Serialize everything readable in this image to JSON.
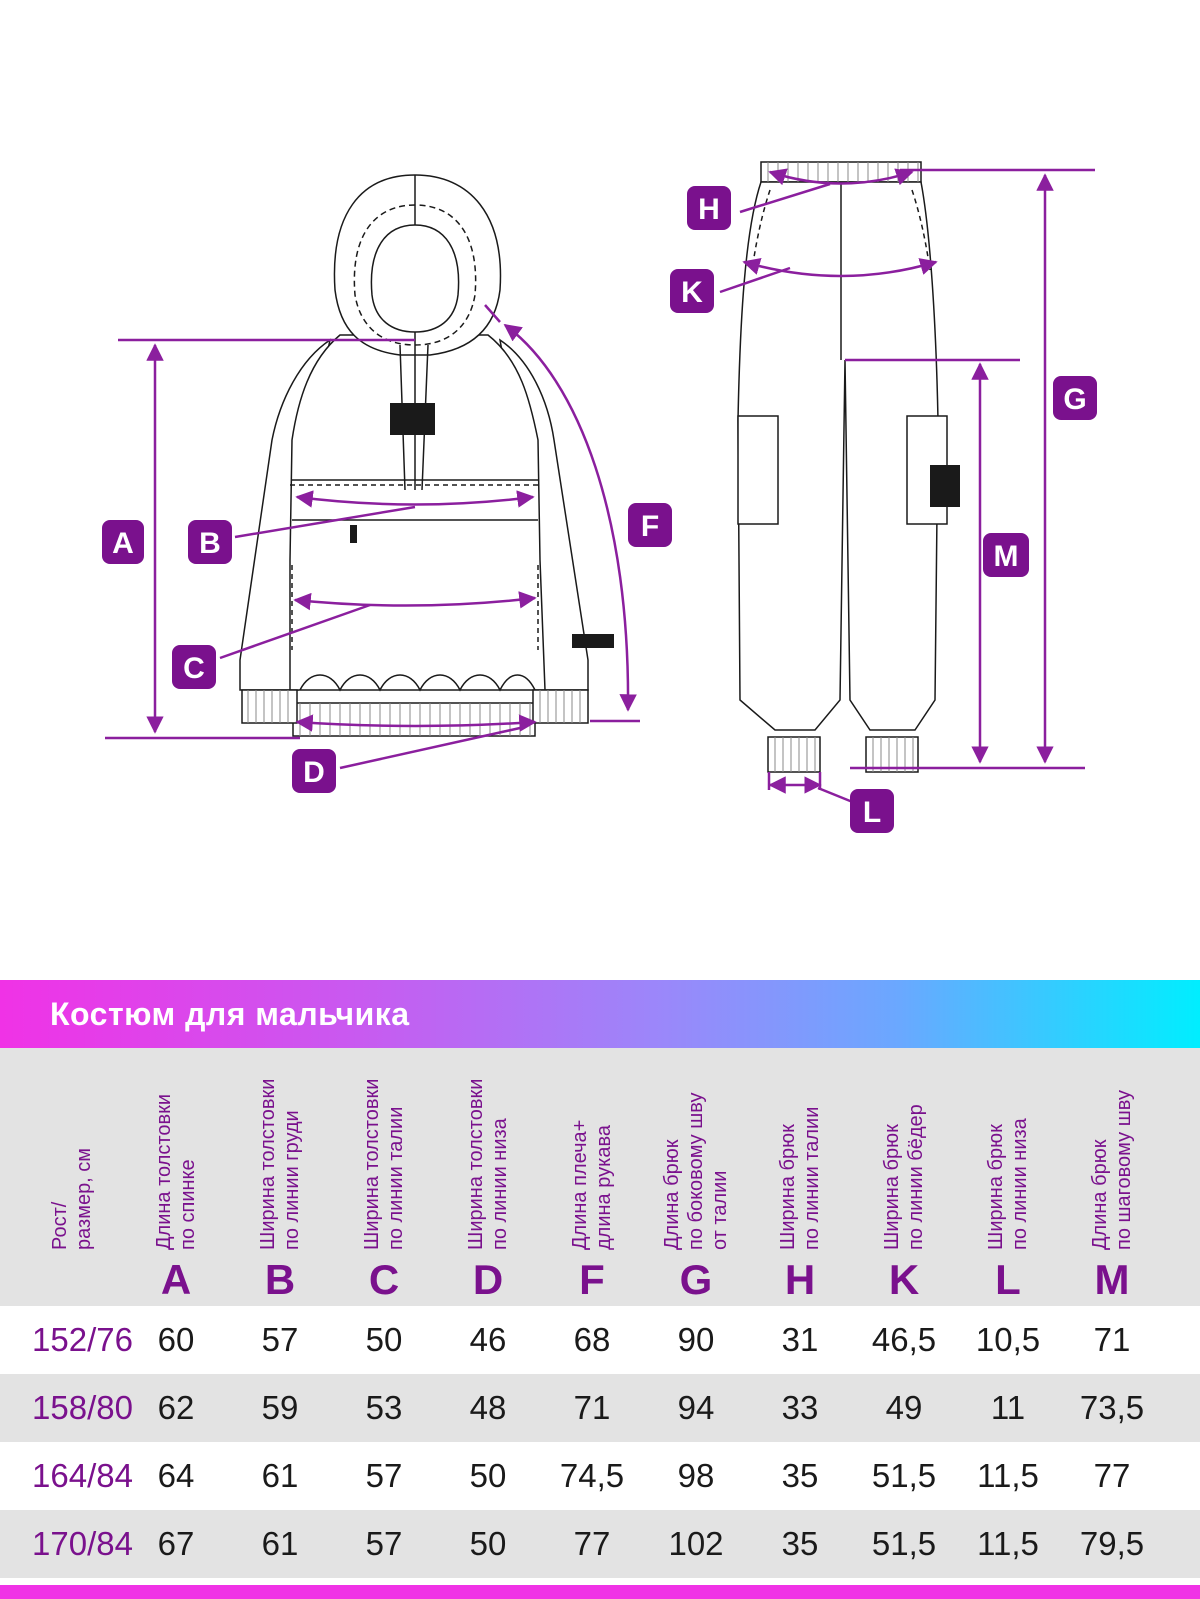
{
  "labels": {
    "A": "A",
    "B": "B",
    "C": "C",
    "D": "D",
    "F": "F",
    "G": "G",
    "H": "H",
    "K": "K",
    "L": "L",
    "M": "M"
  },
  "colors": {
    "accent": "#7a118d",
    "line": "#8b1f9e",
    "header_bg": "#e3e3e3",
    "stripe_bg": "#e3e3e3",
    "bottom_bar": "#f032e6"
  },
  "table": {
    "title": "Костюм для мальчика",
    "size_header": [
      "Рост/",
      "размер, см"
    ],
    "columns": [
      {
        "lines": [
          "Длина толстовки",
          "по спинке"
        ],
        "letter": "A"
      },
      {
        "lines": [
          "Ширина толстовки",
          "по линии груди"
        ],
        "letter": "B"
      },
      {
        "lines": [
          "Ширина толстовки",
          "по линии талии"
        ],
        "letter": "C"
      },
      {
        "lines": [
          "Ширина толстовки",
          "по линии низа"
        ],
        "letter": "D"
      },
      {
        "lines": [
          "Длина плеча+",
          "длина рукава"
        ],
        "letter": "F"
      },
      {
        "lines": [
          "Длина брюк",
          "по боковому шву",
          "от талии"
        ],
        "letter": "G"
      },
      {
        "lines": [
          "Ширина брюк",
          "по линии талии"
        ],
        "letter": "H"
      },
      {
        "lines": [
          "Ширина брюк",
          "по линии бёдер"
        ],
        "letter": "K"
      },
      {
        "lines": [
          "Ширина брюк",
          "по линии низа"
        ],
        "letter": "L"
      },
      {
        "lines": [
          "Длина брюк",
          "по шаговому шву"
        ],
        "letter": "M"
      }
    ],
    "rows": [
      {
        "size": "152/76",
        "values": [
          "60",
          "57",
          "50",
          "46",
          "68",
          "90",
          "31",
          "46,5",
          "10,5",
          "71"
        ]
      },
      {
        "size": "158/80",
        "values": [
          "62",
          "59",
          "53",
          "48",
          "71",
          "94",
          "33",
          "49",
          "11",
          "73,5"
        ]
      },
      {
        "size": "164/84",
        "values": [
          "64",
          "61",
          "57",
          "50",
          "74,5",
          "98",
          "35",
          "51,5",
          "11,5",
          "77"
        ]
      },
      {
        "size": "170/84",
        "values": [
          "67",
          "61",
          "57",
          "50",
          "77",
          "102",
          "35",
          "51,5",
          "11,5",
          "79,5"
        ]
      }
    ]
  }
}
